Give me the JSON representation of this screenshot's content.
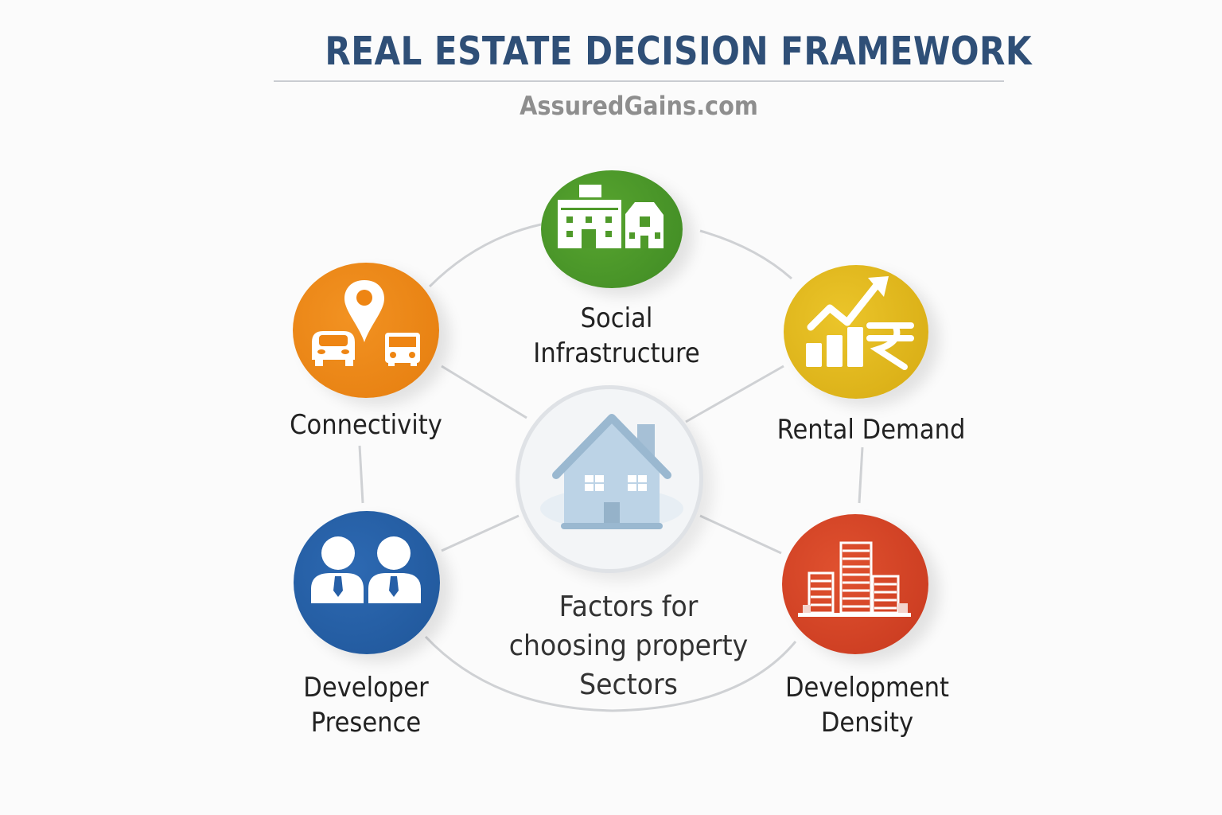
{
  "header": {
    "title": "REAL ESTATE DECISION FRAMEWORK",
    "subtitle": "AssuredGains.com"
  },
  "hub": {
    "icon": "house-icon",
    "label_line1": "Factors for",
    "label_line2": "choosing property",
    "label_line3": "Sectors",
    "color": "#a9c4da"
  },
  "factors": [
    {
      "id": "social-infrastructure",
      "line1": "Social",
      "line2": "Infrastructure",
      "icon": "buildings-icon",
      "color": "#4f9a2a"
    },
    {
      "id": "connectivity",
      "line1": "Connectivity",
      "line2": "",
      "icon": "location-vehicles-icon",
      "color": "#ee8513"
    },
    {
      "id": "rental-demand",
      "line1": "Rental Demand",
      "line2": "",
      "icon": "rupee-growth-chart-icon",
      "color": "#e3bb20"
    },
    {
      "id": "developer-presence",
      "line1": "Developer",
      "line2": "Presence",
      "icon": "business-people-icon",
      "color": "#265fa7"
    },
    {
      "id": "development-density",
      "line1": "Development",
      "line2": "Density",
      "icon": "high-rise-buildings-icon",
      "color": "#d44127"
    }
  ]
}
